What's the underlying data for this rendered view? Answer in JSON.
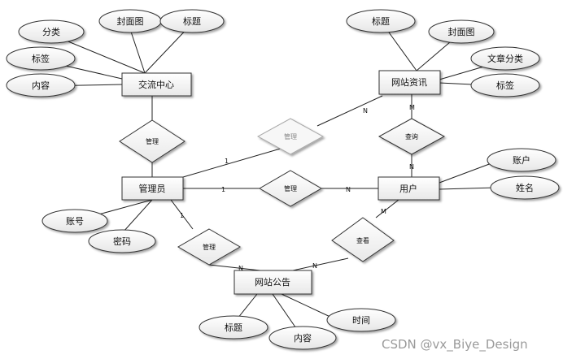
{
  "entities": {
    "exchange_center": "交流中心",
    "website_news": "网站资讯",
    "admin": "管理员",
    "user": "用户",
    "announcement": "网站公告"
  },
  "attributes": {
    "exchange_category": "分类",
    "exchange_cover": "封面图",
    "exchange_title": "标题",
    "exchange_tag": "标签",
    "exchange_content": "内容",
    "news_title": "标题",
    "news_cover": "封面图",
    "news_category": "文章分类",
    "news_tag": "标签",
    "admin_account": "账号",
    "admin_password": "密码",
    "user_account": "账户",
    "user_name": "姓名",
    "ann_title": "标题",
    "ann_content": "内容",
    "ann_time": "时间"
  },
  "relations": {
    "rel_admin_exchange": "管理",
    "rel_admin_news": "管理",
    "rel_admin_user": "管理",
    "rel_user_news": "查询",
    "rel_admin_ann": "管理",
    "rel_user_ann": "查看"
  },
  "cardinalities": {
    "admin_news_1": "1",
    "admin_news_n": "N",
    "admin_user_1": "1",
    "admin_user_n": "N",
    "news_user_m": "M",
    "news_user_n": "N",
    "admin_ann_1": "1",
    "admin_ann_n": "N",
    "user_ann_m": "M",
    "user_ann_n": "N"
  },
  "watermark": "CSDN @vx_Biye_Design"
}
